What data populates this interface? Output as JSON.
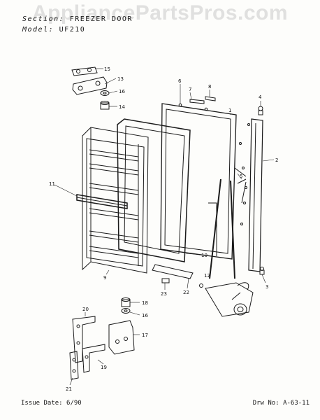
{
  "watermark": "AppliancePartsPros.com",
  "header": {
    "section_label": "Section:",
    "section_value": "FREEZER DOOR",
    "model_label": "Model:",
    "model_value": "UF210"
  },
  "footer": {
    "issue": "Issue Date: 6/90",
    "drawing": "Drw No: A-63-11"
  },
  "callouts": [
    "15",
    "13",
    "16",
    "14",
    "6",
    "7",
    "8",
    "1",
    "4",
    "2",
    "11",
    "5",
    "10",
    "12",
    "3",
    "9",
    "23",
    "22",
    "18",
    "16",
    "17",
    "20",
    "19",
    "21"
  ],
  "colors": {
    "line": "#1a1a1a",
    "watermark": "#c8c8c8"
  }
}
